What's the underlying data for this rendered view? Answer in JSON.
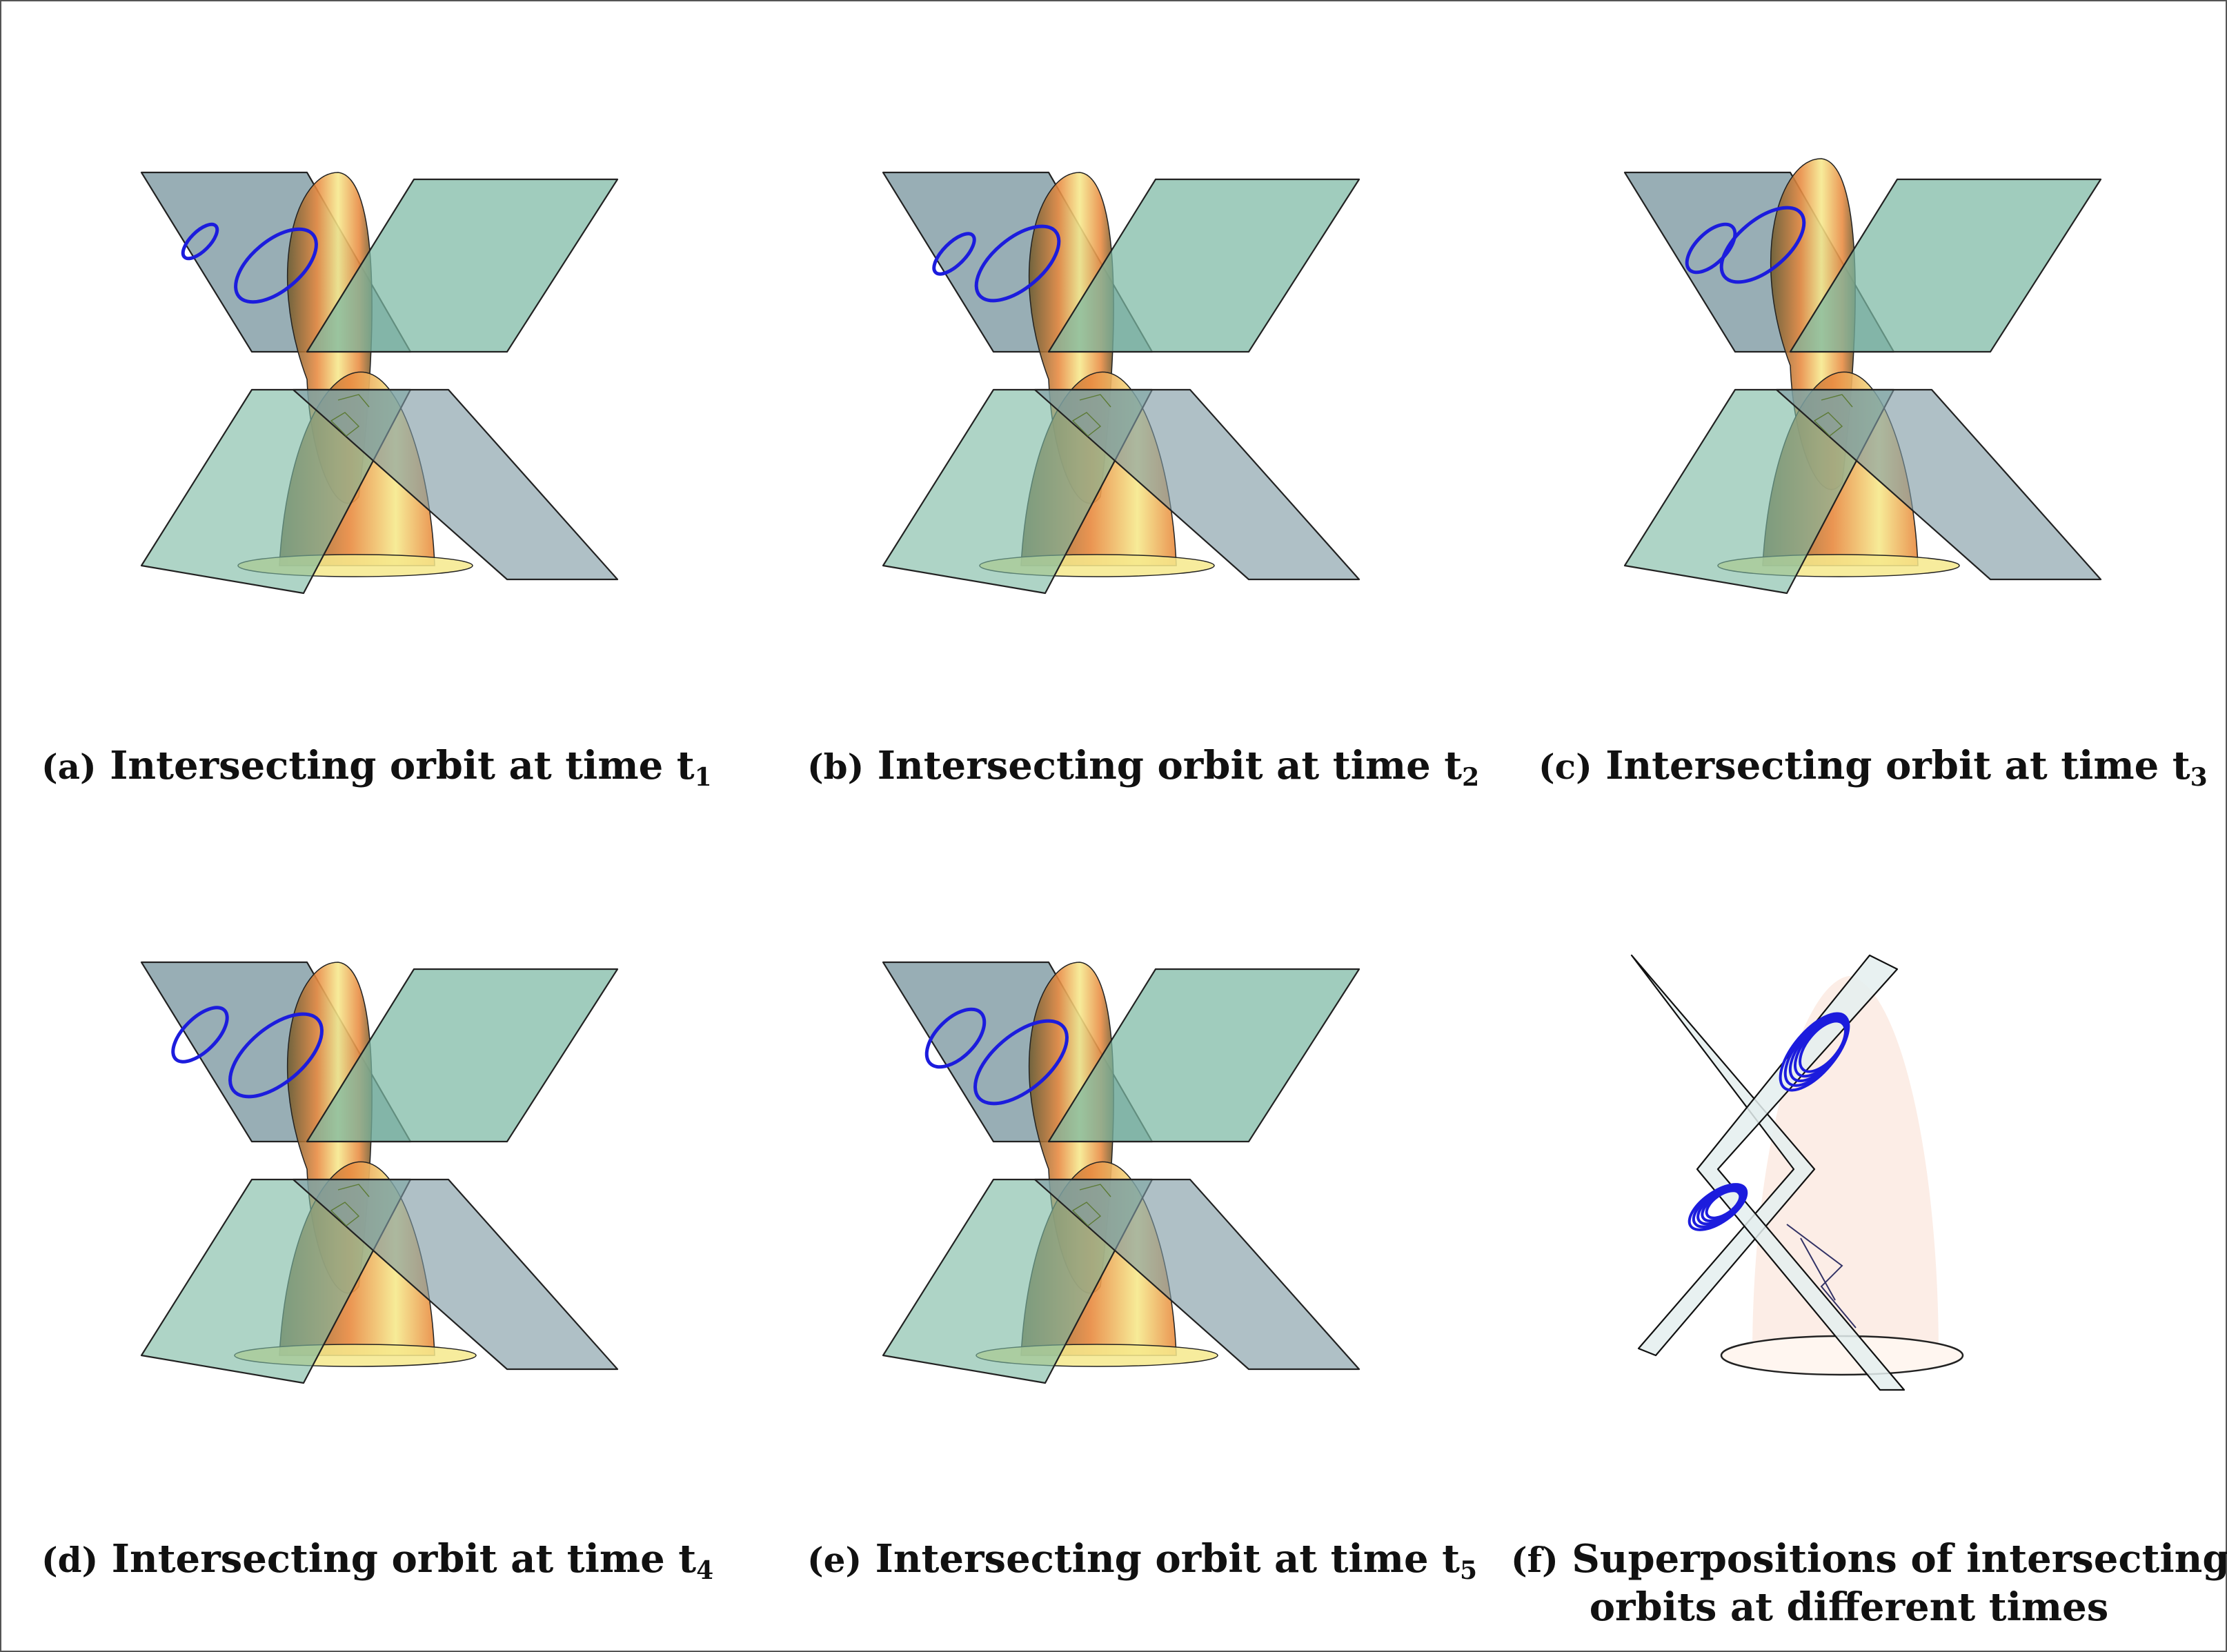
{
  "panels": [
    {
      "id": "a",
      "label": "(a)",
      "text": "Intersecting orbit at time t",
      "sub": "1",
      "style": "color",
      "variant": 0
    },
    {
      "id": "b",
      "label": "(b)",
      "text": "Intersecting orbit at time t",
      "sub": "2",
      "style": "color",
      "variant": 1
    },
    {
      "id": "c",
      "label": "(c)",
      "text": "Intersecting orbit at time t",
      "sub": "3",
      "style": "color",
      "variant": 2
    },
    {
      "id": "d",
      "label": "(d)",
      "text": "Intersecting orbit at time t",
      "sub": "4",
      "style": "color",
      "variant": 3
    },
    {
      "id": "e",
      "label": "(e)",
      "text": "Intersecting orbit at time t",
      "sub": "5",
      "style": "color",
      "variant": 4
    },
    {
      "id": "f",
      "label": "(f)",
      "text": "Superpositions of intersecting",
      "text2": "orbits at different times",
      "style": "ghost",
      "variant": 5
    }
  ],
  "colors": {
    "plane_back": "#7e9aa3",
    "plane_front": "#7cb9a3",
    "cone_dark": "#6d5a2e",
    "cone_orange": "#e8893f",
    "cone_yellow": "#f6e98c",
    "orbit": "#1c1cdd",
    "outline": "#222222",
    "ghost_plane": "#e4eeee",
    "ghost_cone": "#fbe6dc"
  }
}
